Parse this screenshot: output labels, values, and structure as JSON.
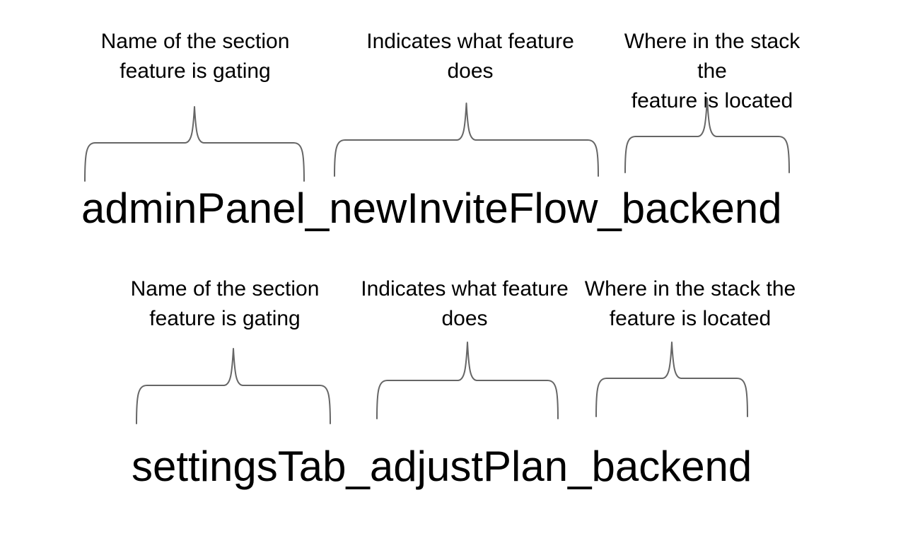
{
  "page": {
    "background_color": "#ffffff",
    "text_color": "#000000",
    "brace_color": "#666666"
  },
  "examples": [
    {
      "flag_name": "adminPanel_newInviteFlow_backend",
      "annotations": [
        "Name of the section\nfeature is gating",
        "Indicates what feature\ndoes",
        "Where in the stack the\nfeature is located"
      ]
    },
    {
      "flag_name": "settingsTab_adjustPlan_backend",
      "annotations": [
        "Name of the section\nfeature is gating",
        "Indicates what feature\ndoes",
        "Where in the stack the\nfeature is located"
      ]
    }
  ]
}
